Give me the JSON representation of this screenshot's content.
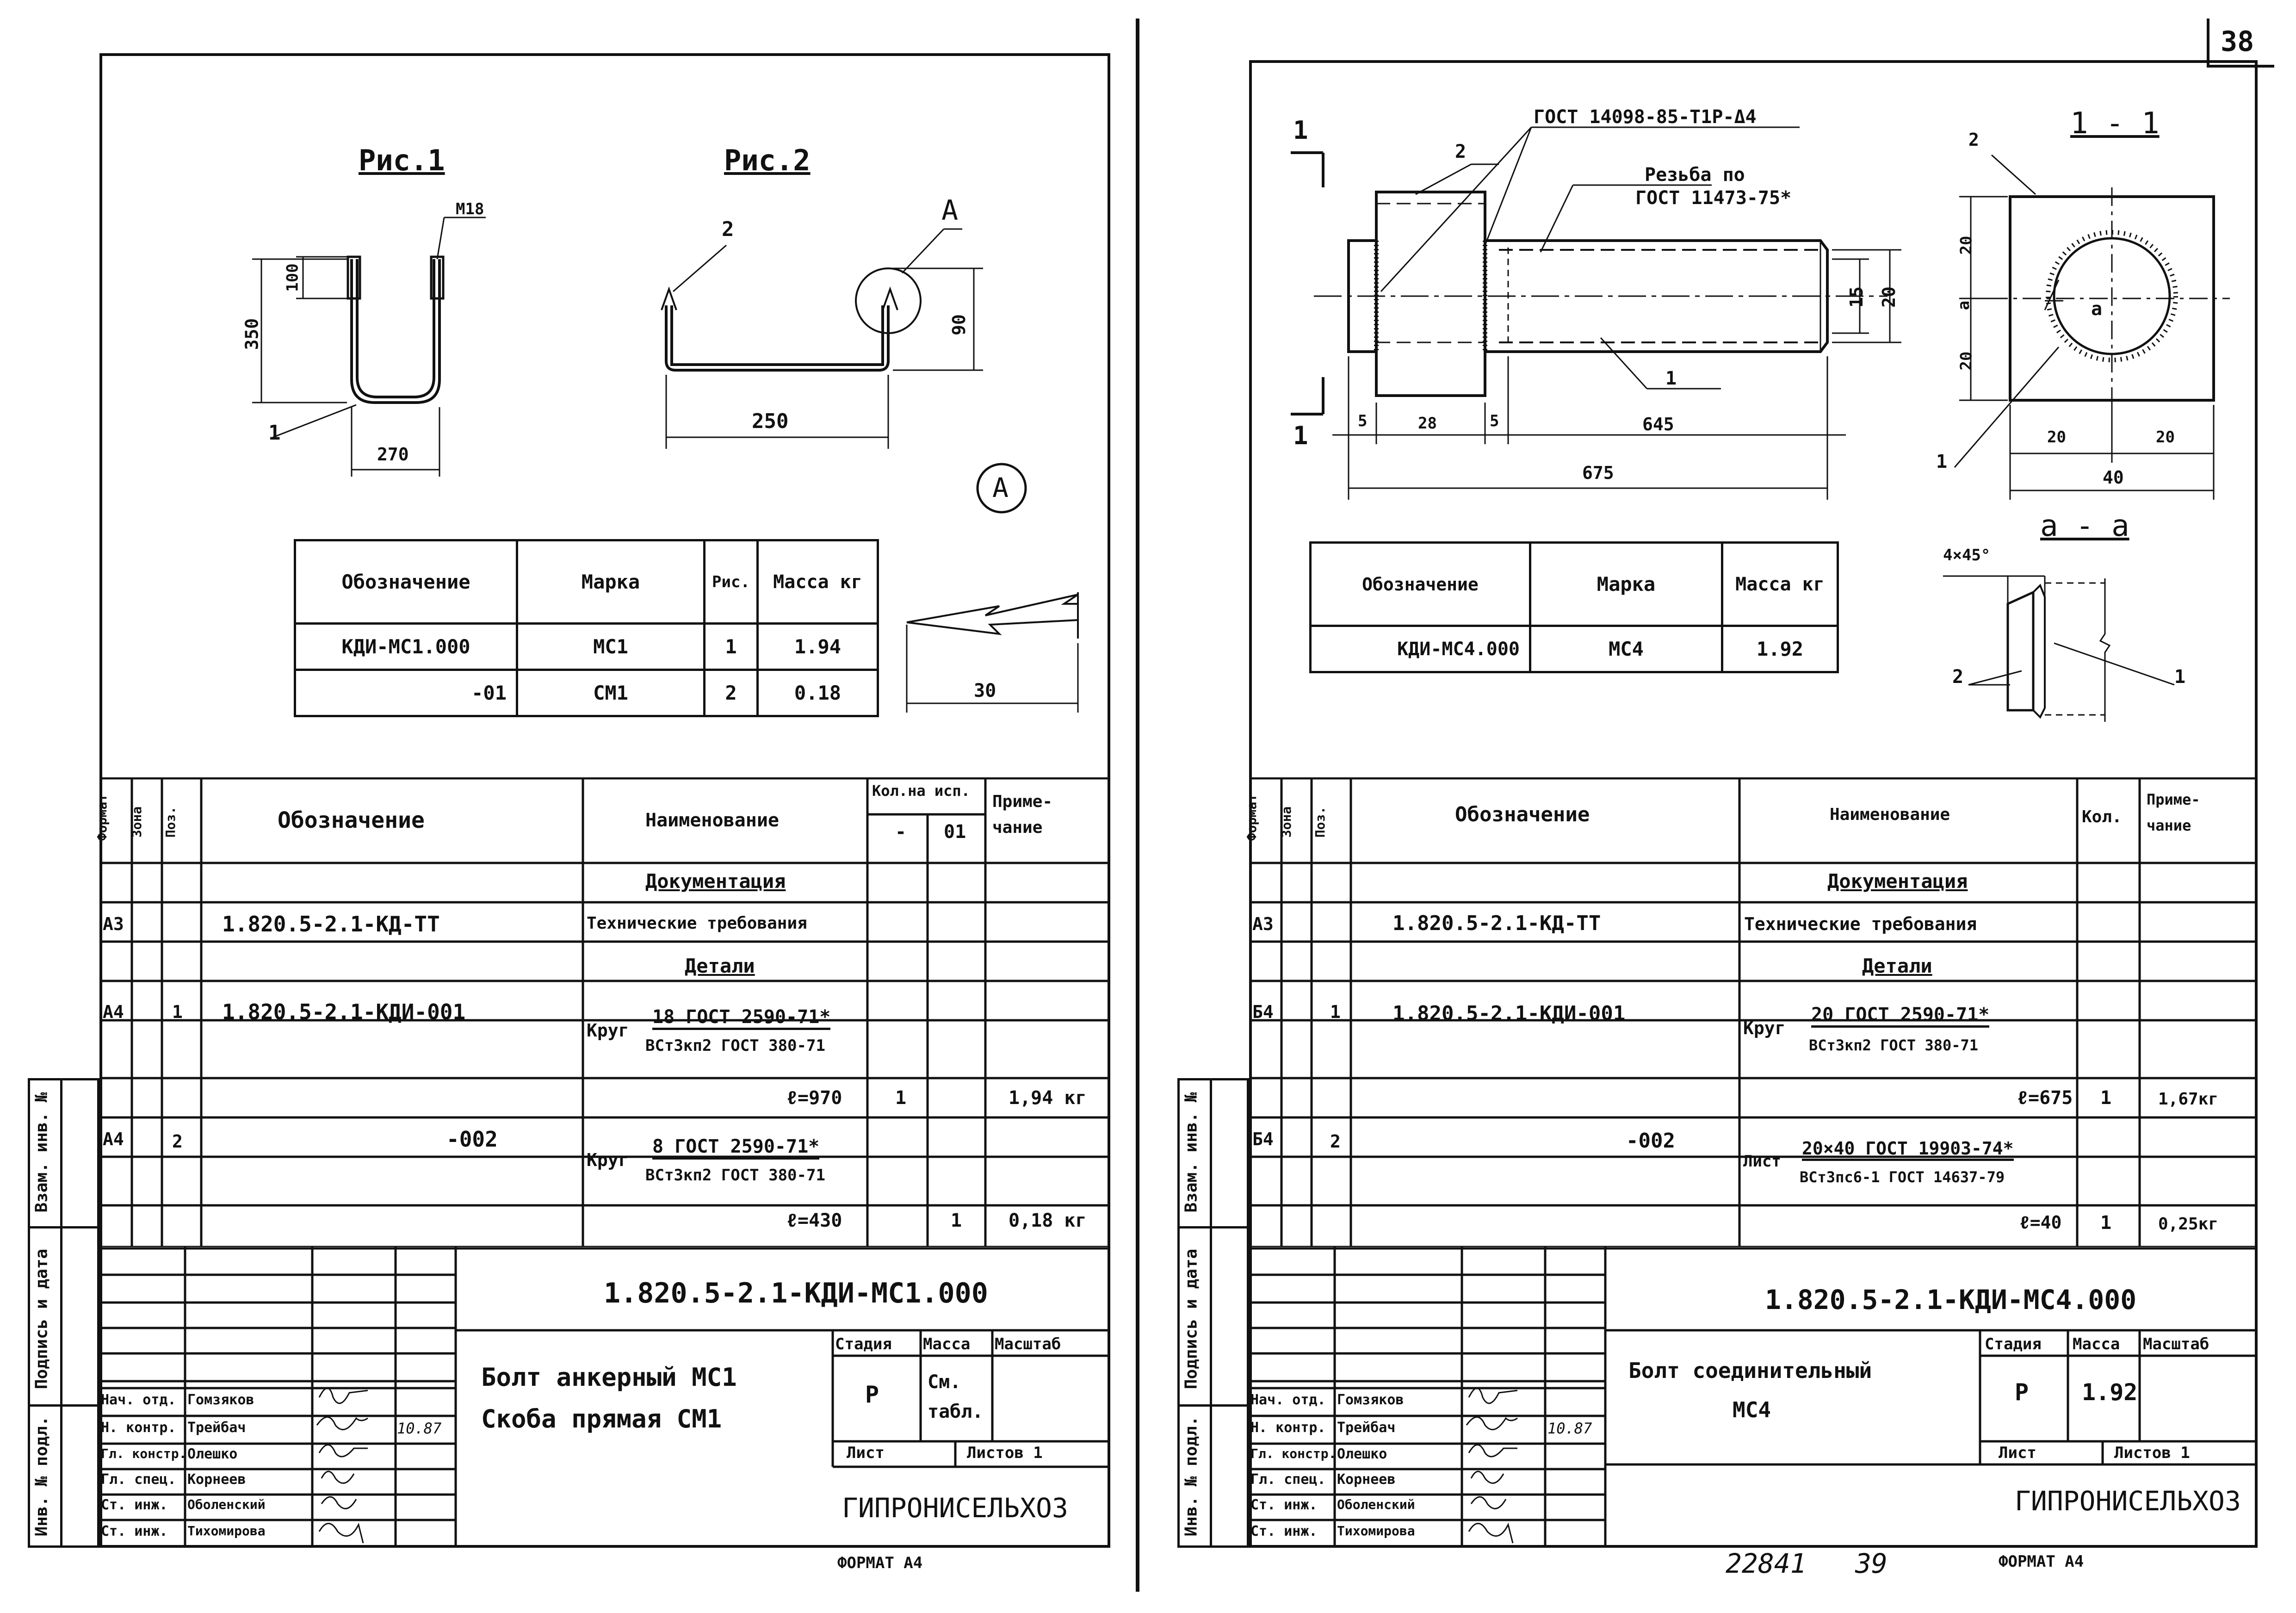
{
  "sheet_number": "38",
  "bottom_numbers": {
    "doc": "22841",
    "page": "39"
  },
  "left": {
    "fig1_title": "Рис.1",
    "fig2_title": "Рис.2",
    "fig1_dims": {
      "m": "М18",
      "h100": "100",
      "h350": "350",
      "w270": "270",
      "pos1": "1"
    },
    "fig2_dims": {
      "pos2": "2",
      "a": "А",
      "h90": "90",
      "w250": "250"
    },
    "circle_label": "А",
    "detail_dim": "30",
    "mini": {
      "headers": [
        "Обозначение",
        "Марка",
        "Рис.",
        "Масса кг"
      ],
      "rows": [
        [
          "КДИ-МС1.000",
          "МС1",
          "1",
          "1.94"
        ],
        [
          "-01",
          "СМ1",
          "2",
          "0.18"
        ]
      ]
    },
    "spec": {
      "headers": {
        "format": "Формат",
        "zone": "Зона",
        "pos": "Поз.",
        "designation": "Обозначение",
        "name": "Наименование",
        "qty": "Кол.на исп.",
        "qty_a": "-",
        "qty_b": "01",
        "note": "Приме-чание"
      },
      "section_docs": "Документация",
      "section_parts": "Детали",
      "r1": {
        "format": "А3",
        "designation": "1.820.5-2.1-КД-ТТ",
        "name": "Технические требования"
      },
      "r2": {
        "format": "А4",
        "pos": "1",
        "designation": "1.820.5-2.1-КДИ-001",
        "prefix": "Круг",
        "top": "18 ГОСТ 2590-71*",
        "bottom": "ВСт3кп2 ГОСТ 380-71",
        "len": "ℓ=970",
        "qty_a": "1",
        "note": "1,94 кг"
      },
      "r3": {
        "format": "А4",
        "pos": "2",
        "designation": "-002",
        "prefix": "Круг",
        "top": "8 ГОСТ 2590-71*",
        "bottom": "ВСт3кп2 ГОСТ 380-71",
        "len": "ℓ=430",
        "qty_b": "1",
        "note": "0,18 кг"
      }
    },
    "title_block": {
      "code": "1.820.5-2.1-КДИ-МС1.000",
      "name1": "Болт анкерный МС1",
      "name2": "Скоба прямая СМ1",
      "stage_h": "Стадия",
      "mass_h": "Масса",
      "scale_h": "Масштаб",
      "stage": "Р",
      "mass": "См. табл.",
      "sheet": "Лист",
      "sheets": "Листов 1",
      "org": "ГИПРОНИСЕЛЬХОЗ",
      "people": [
        [
          "Нач. отд.",
          "Гомзяков"
        ],
        [
          "Н. контр.",
          "Трейбач"
        ],
        [
          "Гл. констр.",
          "Олешко"
        ],
        [
          "Гл. спец.",
          "Корнеев"
        ],
        [
          "Ст. инж.",
          "Оболенский"
        ],
        [
          "Ст. инж.",
          "Тихомирова"
        ]
      ],
      "date": "10.87"
    },
    "side": [
      "Взам. инв. №",
      "Подпись и дата",
      "Инв. № подл."
    ],
    "format": "ФОРМАТ А4"
  },
  "right": {
    "gost1": "ГОСТ 14098-85-Т1Р-Δ4",
    "thread1": "Резьба по",
    "thread2": "ГОСТ 11473-75*",
    "section_11": "1 - 1",
    "section_aa": "а - а",
    "chamfer": "4×45°",
    "dims": {
      "d5a": "5",
      "d28": "28",
      "d5b": "5",
      "d645": "645",
      "d675": "675",
      "d15": "15",
      "d20": "20",
      "s20a": "20",
      "s20b": "20",
      "sa": "а",
      "w20a": "20",
      "w20b": "20",
      "w40": "40",
      "n1": "1",
      "n2": "2"
    },
    "mini": {
      "headers": [
        "Обозначение",
        "Марка",
        "Масса кг"
      ],
      "rows": [
        [
          "КДИ-МС4.000",
          "МС4",
          "1.92"
        ]
      ]
    },
    "spec": {
      "headers": {
        "format": "Формат",
        "zone": "Зона",
        "pos": "Поз.",
        "designation": "Обозначение",
        "name": "Наименование",
        "qty": "Кол.",
        "note": "Приме-чание"
      },
      "section_docs": "Документация",
      "section_parts": "Детали",
      "r1": {
        "format": "А3",
        "designation": "1.820.5-2.1-КД-ТТ",
        "name": "Технические требования"
      },
      "r2": {
        "format": "Б4",
        "pos": "1",
        "designation": "1.820.5-2.1-КДИ-001",
        "prefix": "Круг",
        "top": "20 ГОСТ 2590-71*",
        "bottom": "ВСт3кп2 ГОСТ 380-71",
        "len": "ℓ=675",
        "qty": "1",
        "note": "1,67кг"
      },
      "r3": {
        "format": "Б4",
        "pos": "2",
        "designation": "-002",
        "prefix": "Лист",
        "top": "20×40 ГОСТ 19903-74*",
        "bottom": "ВСт3пс6-1 ГОСТ 14637-79",
        "len": "ℓ=40",
        "qty": "1",
        "note": "0,25кг"
      }
    },
    "title_block": {
      "code": "1.820.5-2.1-КДИ-МС4.000",
      "name1": "Болт соединительный",
      "name2": "МС4",
      "stage_h": "Стадия",
      "mass_h": "Масса",
      "scale_h": "Масштаб",
      "stage": "Р",
      "mass": "1.92",
      "sheet": "Лист",
      "sheets": "Листов 1",
      "org": "ГИПРОНИСЕЛЬХОЗ",
      "people": [
        [
          "Нач. отд.",
          "Гомзяков"
        ],
        [
          "Н. контр.",
          "Трейбач"
        ],
        [
          "Гл. констр.",
          "Олешко"
        ],
        [
          "Гл. спец.",
          "Корнеев"
        ],
        [
          "Ст. инж.",
          "Оболенский"
        ],
        [
          "Ст. инж.",
          "Тихомирова"
        ]
      ],
      "date": "10.87"
    },
    "side": [
      "Взам. инв. №",
      "Подпись и дата",
      "Инв. № подл."
    ],
    "format": "ФОРМАТ А4"
  }
}
